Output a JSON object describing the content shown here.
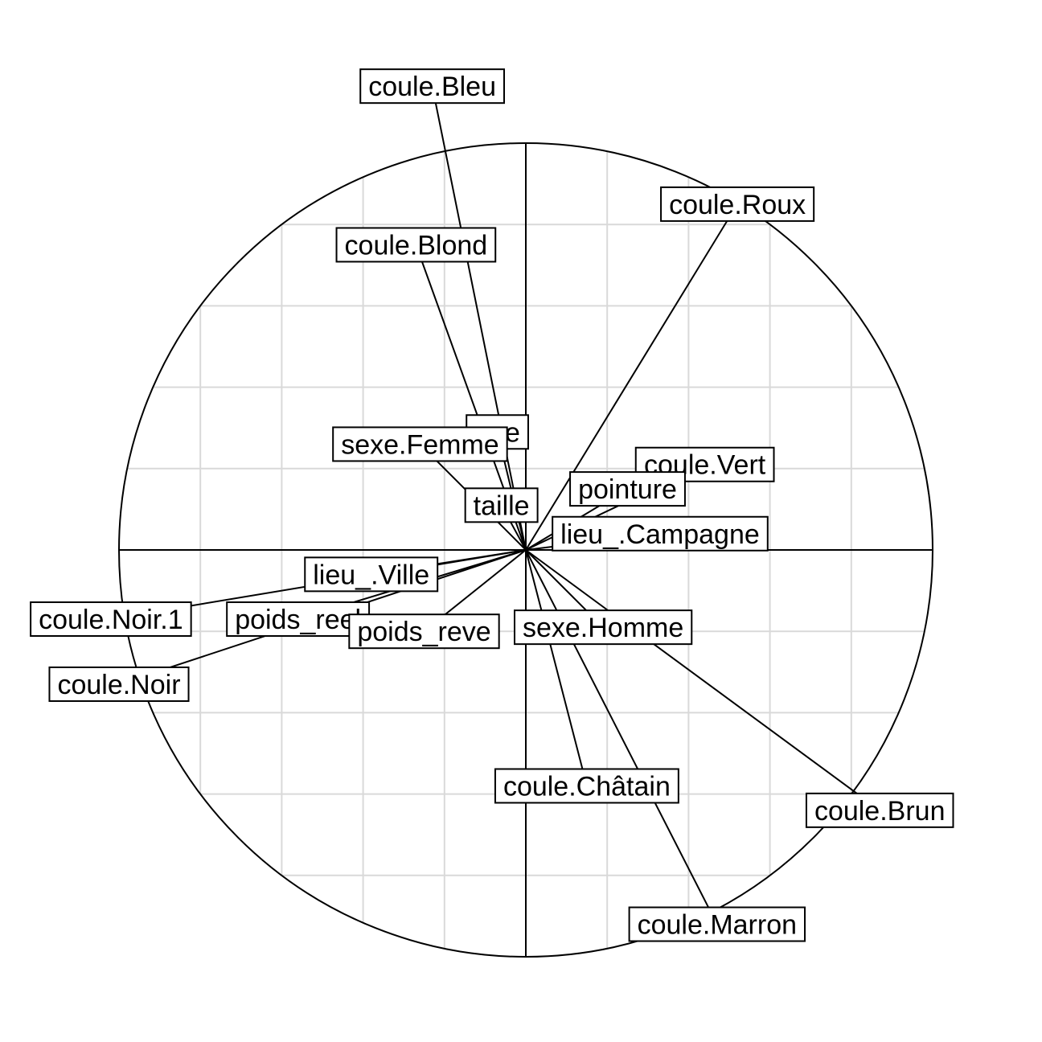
{
  "chart_data": {
    "type": "scatter",
    "title": "",
    "xlabel": "",
    "ylabel": "",
    "xlim": [
      -1,
      1
    ],
    "ylim": [
      -1,
      1
    ],
    "grid": true,
    "legend": "none",
    "unit_circle": true,
    "colors": {
      "grid": "#d9d9d9",
      "line": "#000000",
      "label_fill": "#ffffff"
    },
    "vectors": [
      {
        "label": "coule.Bleu",
        "x": -0.23,
        "y": 1.14
      },
      {
        "label": "coule.Roux",
        "x": 0.52,
        "y": 0.85
      },
      {
        "label": "coule.Blond",
        "x": -0.27,
        "y": 0.75
      },
      {
        "label": "age",
        "x": -0.07,
        "y": 0.29
      },
      {
        "label": "sexe.Femme",
        "x": -0.26,
        "y": 0.26
      },
      {
        "label": "taille",
        "x": -0.06,
        "y": 0.11
      },
      {
        "label": "coule.Vert",
        "x": 0.44,
        "y": 0.21
      },
      {
        "label": "pointure",
        "x": 0.25,
        "y": 0.15
      },
      {
        "label": "lieu_.Campagne",
        "x": 0.33,
        "y": 0.04
      },
      {
        "label": "lieu_.Ville",
        "x": -0.38,
        "y": -0.06
      },
      {
        "label": "coule.Noir.1",
        "x": -1.02,
        "y": -0.17
      },
      {
        "label": "poids_reel",
        "x": -0.56,
        "y": -0.17
      },
      {
        "label": "poids_reve",
        "x": -0.25,
        "y": -0.2
      },
      {
        "label": "coule.Noir",
        "x": -1.0,
        "y": -0.33
      },
      {
        "label": "sexe.Homme",
        "x": 0.19,
        "y": -0.19
      },
      {
        "label": "coule.Châtain",
        "x": 0.15,
        "y": -0.58
      },
      {
        "label": "coule.Brun",
        "x": 0.87,
        "y": -0.64
      },
      {
        "label": "coule.Marron",
        "x": 0.47,
        "y": -0.92
      }
    ]
  }
}
